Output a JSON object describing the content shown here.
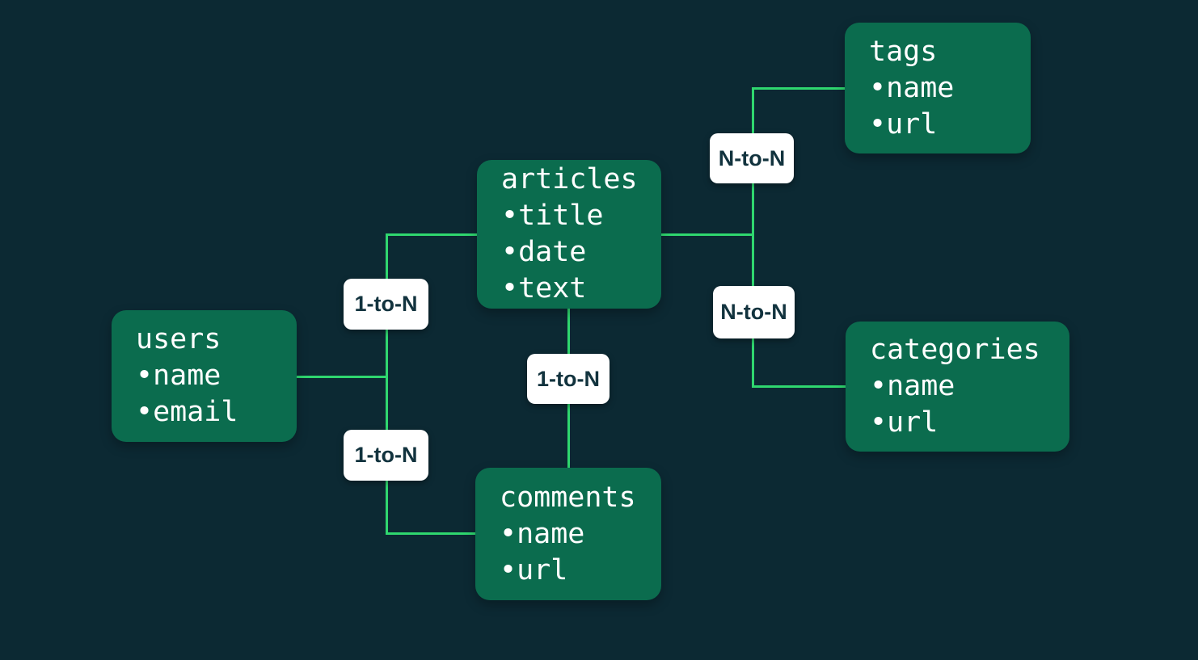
{
  "diagram": {
    "bullet_glyph": "•",
    "entities": [
      {
        "name": "users",
        "title": "users",
        "fields": [
          "name",
          "email"
        ]
      },
      {
        "name": "articles",
        "title": "articles",
        "fields": [
          "title",
          "date",
          "text"
        ]
      },
      {
        "name": "tags",
        "title": "tags",
        "fields": [
          "name",
          "url"
        ]
      },
      {
        "name": "categories",
        "title": "categories",
        "fields": [
          "name",
          "url"
        ]
      },
      {
        "name": "comments",
        "title": "comments",
        "fields": [
          "name",
          "url"
        ]
      }
    ],
    "relationships": [
      {
        "from": "users",
        "to": "articles",
        "label": "1-to-N"
      },
      {
        "from": "users",
        "to": "comments",
        "label": "1-to-N"
      },
      {
        "from": "articles",
        "to": "comments",
        "label": "1-to-N"
      },
      {
        "from": "articles",
        "to": "tags",
        "label": "N-to-N"
      },
      {
        "from": "articles",
        "to": "categories",
        "label": "N-to-N"
      }
    ],
    "colors": {
      "background": "#0c2933",
      "entity_fill": "#0b6c4e",
      "entity_text": "#ffffff",
      "connector": "#2fd76f",
      "label_fill": "#ffffff",
      "label_text": "#12333e"
    }
  }
}
